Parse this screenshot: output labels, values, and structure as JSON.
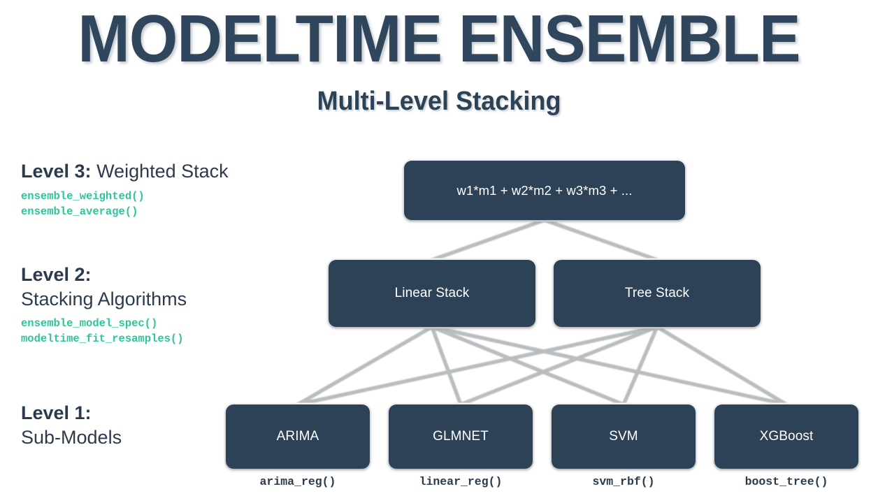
{
  "header": {
    "title": "MODELTIME ENSEMBLE",
    "subtitle": "Multi-Level Stacking"
  },
  "colors": {
    "background": "#ffffff",
    "node_fill": "#2d4257",
    "node_text": "#ffffff",
    "heading_text": "#2b3b4d",
    "title_text": "#30465c",
    "function_text": "#2ec49c",
    "edge_line": "#b9bdbf"
  },
  "levels": [
    {
      "id": "level-3",
      "label_strong": "Level 3:",
      "label_rest": " Weighted Stack",
      "label_second": "",
      "functions": [
        "ensemble_weighted()",
        "ensemble_average()"
      ]
    },
    {
      "id": "level-2",
      "label_strong": "Level 2:",
      "label_rest": "",
      "label_second": "Stacking Algorithms",
      "functions": [
        "ensemble_model_spec()",
        "modeltime_fit_resamples()"
      ]
    },
    {
      "id": "level-1",
      "label_strong": "Level 1:",
      "label_rest": "",
      "label_second": "Sub-Models",
      "functions": []
    }
  ],
  "nodes": {
    "level3": [
      {
        "id": "weighted-stack",
        "label": "w1*m1 + w2*m2 + w3*m3 + ..."
      }
    ],
    "level2": [
      {
        "id": "linear-stack",
        "label": "Linear Stack"
      },
      {
        "id": "tree-stack",
        "label": "Tree Stack"
      }
    ],
    "level1": [
      {
        "id": "arima",
        "label": "ARIMA",
        "caption": "arima_reg()"
      },
      {
        "id": "glmnet",
        "label": "GLMNET",
        "caption": "linear_reg()"
      },
      {
        "id": "svm",
        "label": "SVM",
        "caption": "svm_rbf()"
      },
      {
        "id": "xgboost",
        "label": "XGBoost",
        "caption": "boost_tree()"
      }
    ]
  },
  "edges": {
    "level3_to_level2": [
      {
        "from": "weighted-stack",
        "to": "linear-stack"
      },
      {
        "from": "weighted-stack",
        "to": "tree-stack"
      }
    ],
    "level2_to_level1": [
      {
        "from": "linear-stack",
        "to": "arima"
      },
      {
        "from": "linear-stack",
        "to": "glmnet"
      },
      {
        "from": "linear-stack",
        "to": "svm"
      },
      {
        "from": "linear-stack",
        "to": "xgboost"
      },
      {
        "from": "tree-stack",
        "to": "arima"
      },
      {
        "from": "tree-stack",
        "to": "glmnet"
      },
      {
        "from": "tree-stack",
        "to": "svm"
      },
      {
        "from": "tree-stack",
        "to": "xgboost"
      }
    ]
  }
}
